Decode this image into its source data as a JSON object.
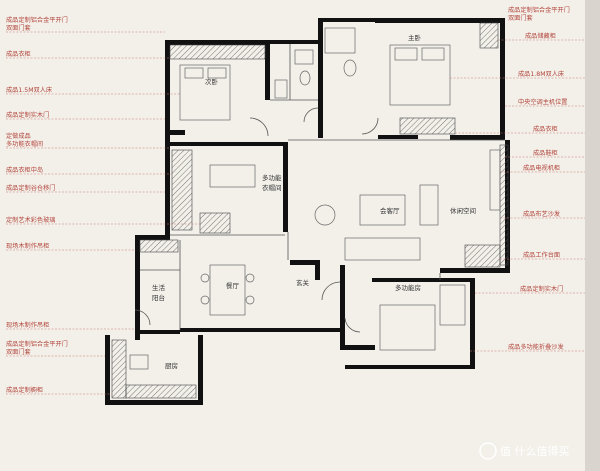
{
  "labels_left": [
    {
      "text": "成品定制铝合金平开门"
    },
    {
      "text": "双面门套"
    },
    {
      "text": "成品衣柜"
    },
    {
      "text": "成品1.5M双人床"
    },
    {
      "text": "成品定制实木门"
    },
    {
      "text": "定做成品"
    },
    {
      "text": "多功能衣帽间"
    },
    {
      "text": "成品衣柜中岛"
    },
    {
      "text": "成品定制谷仓移门"
    },
    {
      "text": "定制艺术彩色玻璃"
    },
    {
      "text": "现场木制作吊柜"
    },
    {
      "text": "现场木制作吊柜"
    },
    {
      "text": "成品定制铝合金平开门"
    },
    {
      "text": "双面门套"
    },
    {
      "text": "成品定制橱柜"
    }
  ],
  "labels_right": [
    {
      "text": "成品定制铝合金平开门"
    },
    {
      "text": "双面门套"
    },
    {
      "text": "成品储藏柜"
    },
    {
      "text": "成品1.8M双人床"
    },
    {
      "text": "中央空调主机位置"
    },
    {
      "text": "成品衣柜"
    },
    {
      "text": "成品鞋柜"
    },
    {
      "text": "成品电视机柜"
    },
    {
      "text": "成品布艺沙发"
    },
    {
      "text": "成品工作台面"
    },
    {
      "text": "成品定制实木门"
    },
    {
      "text": "成品多功能折叠沙发"
    }
  ],
  "rooms": {
    "second_bedroom": "次卧",
    "master_bedroom": "主卧",
    "multifunction_closet_1": "多功能",
    "multifunction_closet_2": "衣帽间",
    "living_room": "会客厅",
    "leisure": "休闲空间",
    "dining": "餐厅",
    "entrance": "玄关",
    "multifunction_room": "多功能房",
    "living_balcony_1": "生活",
    "living_balcony_2": "阳台",
    "kitchen": "厨房"
  },
  "watermark": "值 什么值得买"
}
